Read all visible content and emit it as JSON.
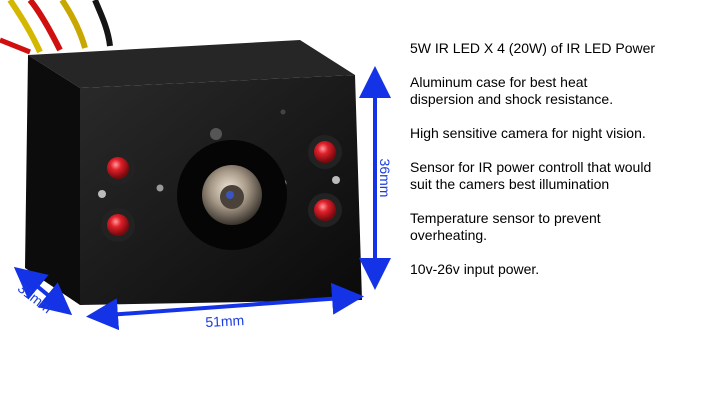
{
  "product": {
    "dimensions": {
      "height": "36mm",
      "width": "51mm",
      "depth": "31mm"
    },
    "colors": {
      "dimension_arrow": "#1432e6",
      "case": "#111111",
      "led": "#d81c22"
    }
  },
  "features": [
    {
      "lines": [
        "5W IR LED X 4 (20W) of IR LED Power"
      ]
    },
    {
      "lines": [
        "Aluminum case for best heat",
        "dispersion and shock resistance."
      ]
    },
    {
      "lines": [
        "High sensitive camera for night vision."
      ]
    },
    {
      "lines": [
        "Sensor for IR power controll that would",
        "suit the camers best illumination"
      ]
    },
    {
      "lines": [
        "Temperature sensor to prevent",
        "overheating."
      ]
    },
    {
      "lines": [
        "10v-26v input power."
      ]
    }
  ]
}
